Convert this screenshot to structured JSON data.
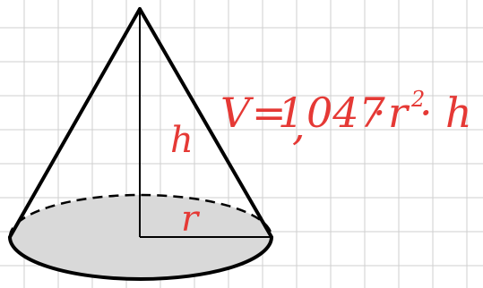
{
  "figure": {
    "labels": {
      "height": "h",
      "radius": "r"
    },
    "formula": {
      "lhs": "V",
      "equals": "=",
      "coef_int": "1",
      "coef_sep": ",",
      "coef_frac": "047",
      "dot": "·",
      "radius": "r",
      "exponent": "2",
      "height": "h"
    }
  },
  "colors": {
    "grid": "#cfcfcf",
    "outline": "#000000",
    "base_fill": "#d9d9d9",
    "label": "#e53935"
  }
}
